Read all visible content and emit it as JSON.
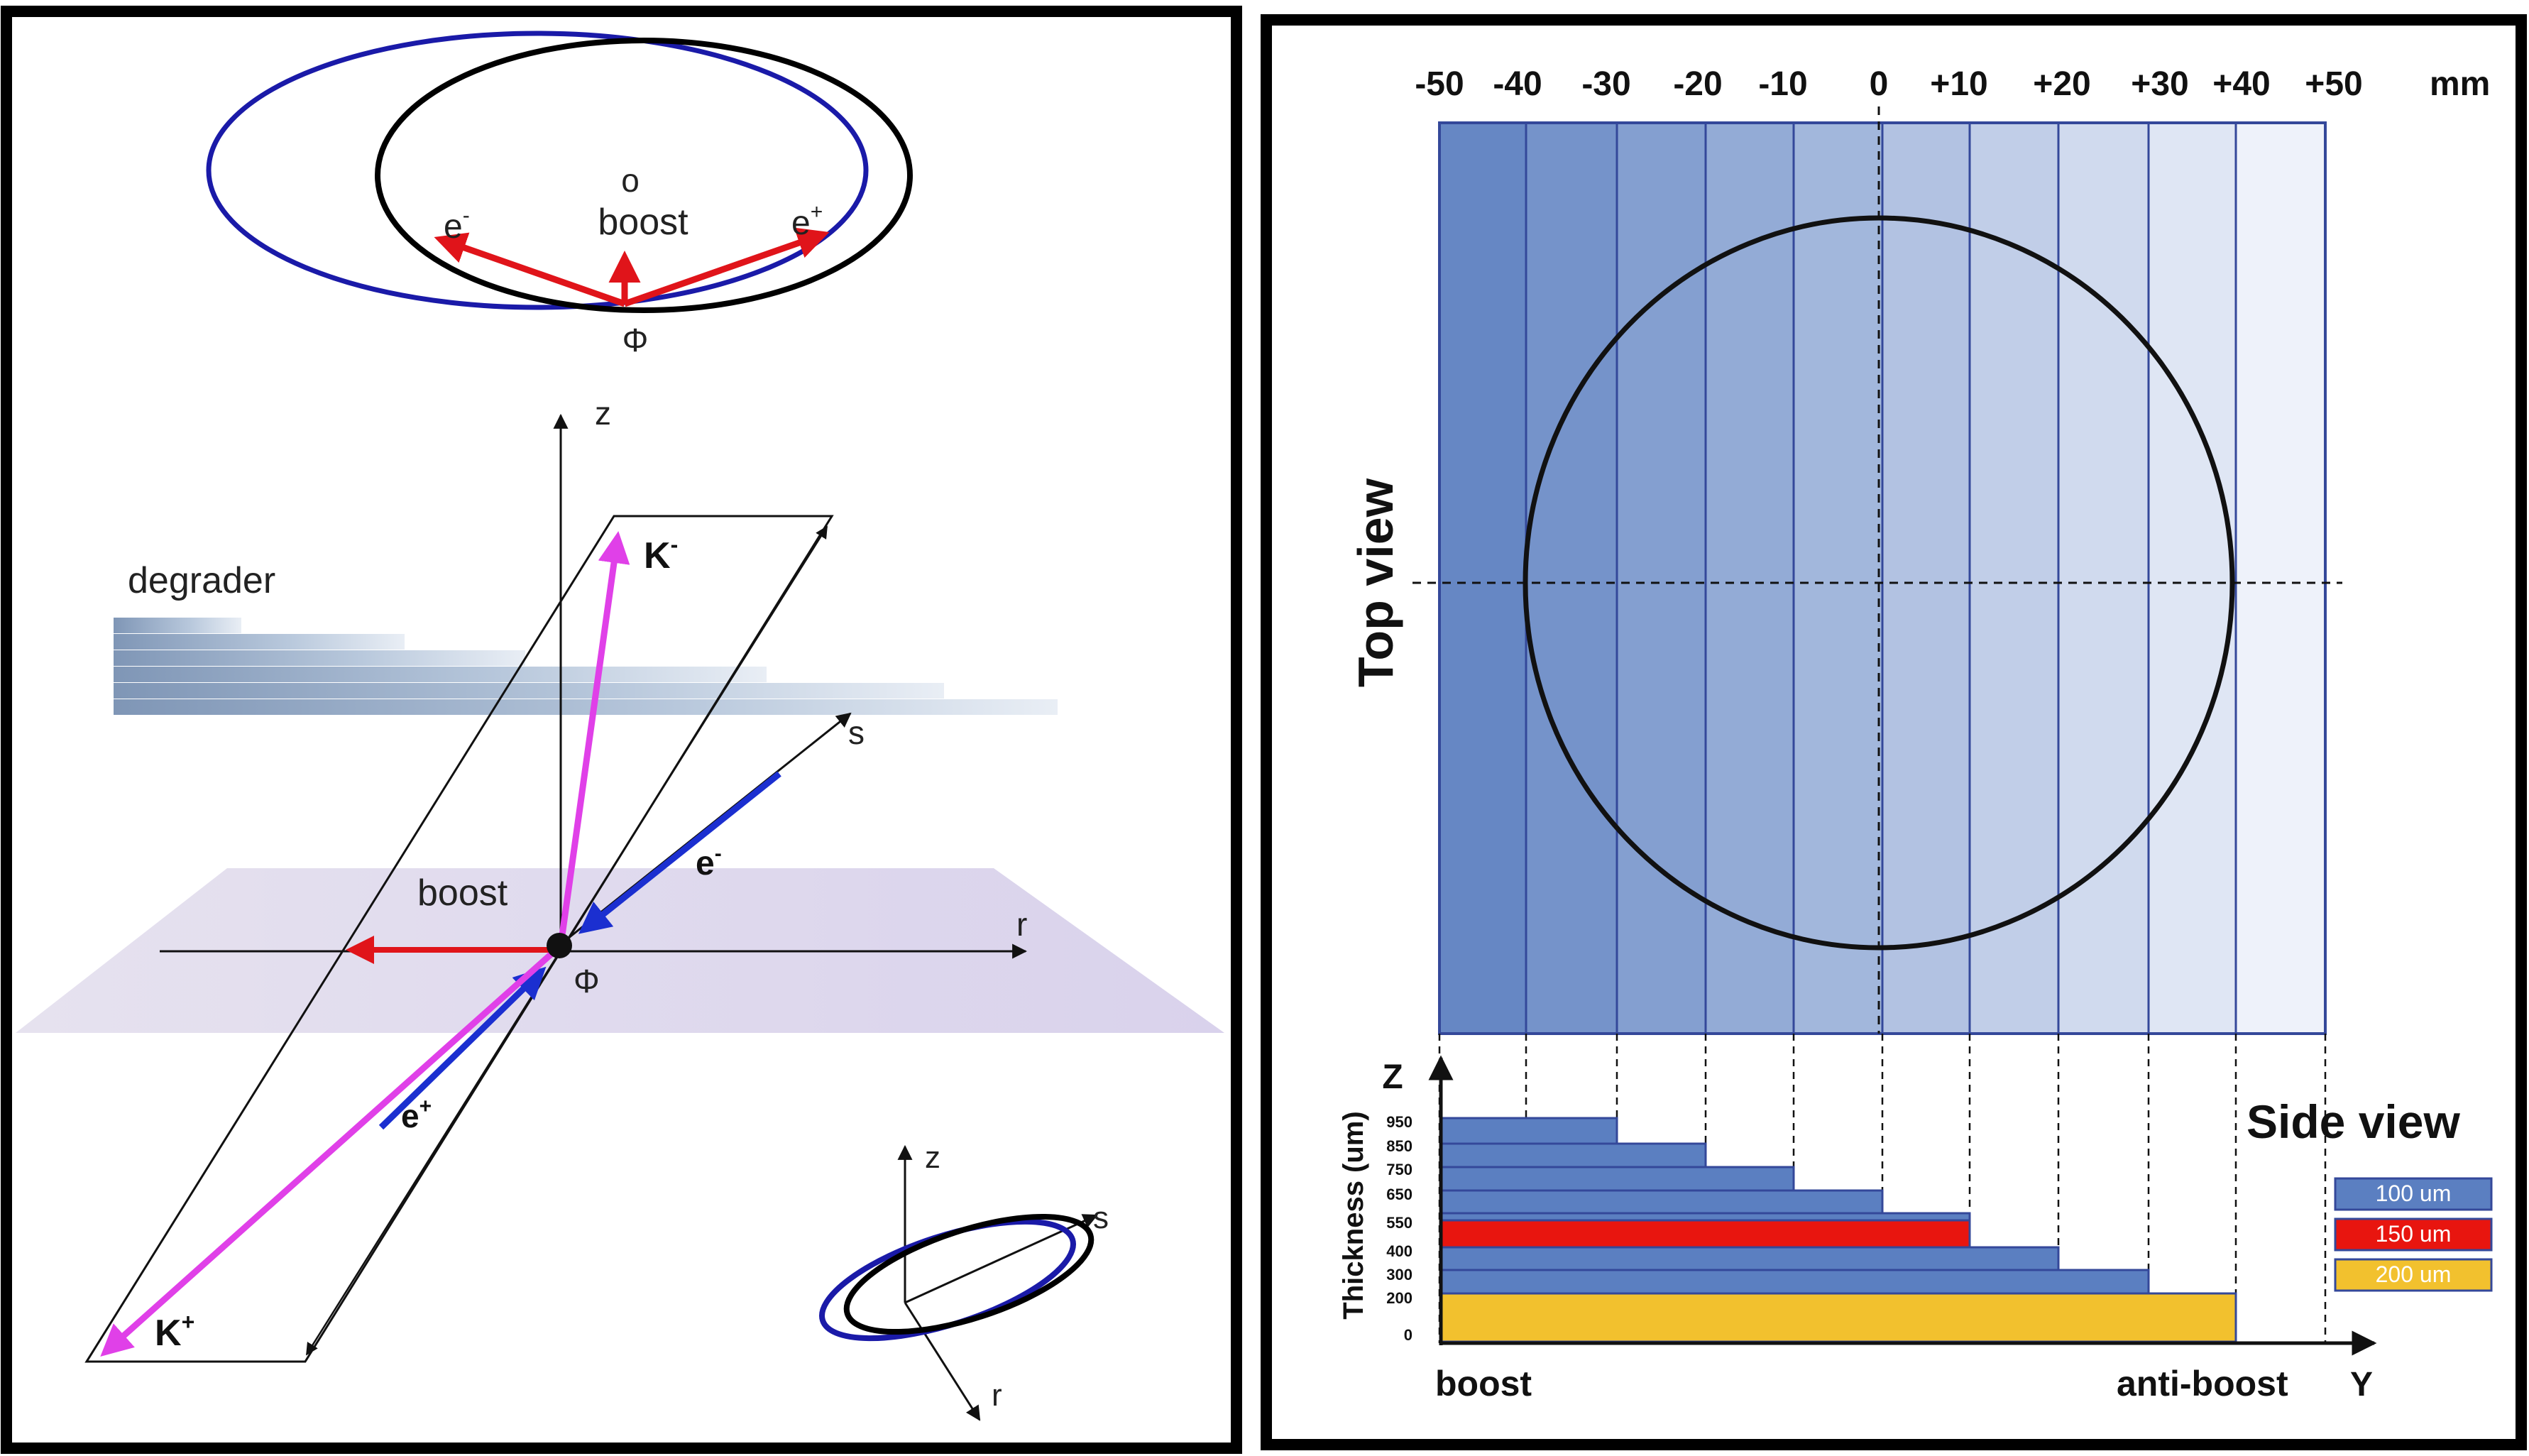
{
  "left_panel": {
    "top_ellipses": {
      "labels": {
        "o": "o",
        "boost": "boost",
        "e_minus": "e",
        "e_minus_sup": "-",
        "e_plus": "e",
        "e_plus_sup": "+",
        "phi": "Φ"
      }
    },
    "main_diagram": {
      "labels": {
        "z": "z",
        "k_minus": "K",
        "k_minus_sup": "-",
        "degrader": "degrader",
        "s": "s",
        "e_minus": "e",
        "e_minus_sup": "-",
        "boost": "boost",
        "r": "r",
        "phi": "Φ",
        "e_plus": "e",
        "e_plus_sup": "+",
        "k_plus": "K",
        "k_plus_sup": "+"
      }
    },
    "small_inset": {
      "labels": {
        "z": "z",
        "s": "s",
        "r": "r"
      }
    }
  },
  "right_panel": {
    "top_view_label": "Top view",
    "side_view_label": "Side view",
    "unit": "mm",
    "y_ticks_mm": [
      "-50",
      "-40",
      "-30",
      "-20",
      "-10",
      "0",
      "+10",
      "+20",
      "+30",
      "+40",
      "+50"
    ],
    "side_axis": {
      "z_label": "Z",
      "y_label": "Y",
      "thickness_label": "Thickness (um)",
      "ticks": [
        "950",
        "850",
        "750",
        "650",
        "550",
        "400",
        "300",
        "200",
        "0"
      ],
      "boost_label": "boost",
      "anti_boost_label": "anti-boost"
    },
    "legend": [
      {
        "label": "100 um",
        "color": "#5b7fc1"
      },
      {
        "label": "150 um",
        "color": "#e8150f"
      },
      {
        "label": "200 um",
        "color": "#f2c12e"
      }
    ],
    "colors": {
      "strip_darkest": "#6687c4",
      "strip_lightest": "#eef2fa",
      "layer_blue": "#5b7fc1",
      "layer_red": "#e8150f",
      "layer_yellow": "#f2c12e"
    }
  }
}
